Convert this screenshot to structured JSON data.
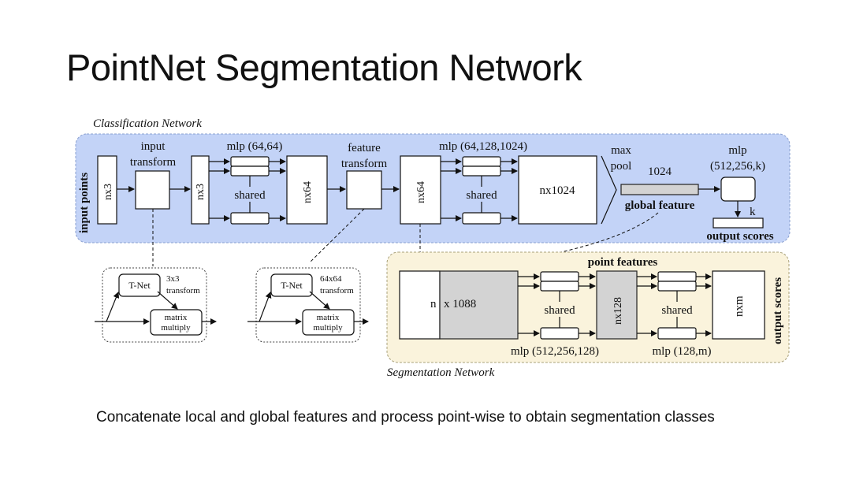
{
  "slide": {
    "title": "PointNet Segmentation Network",
    "caption": "Concatenate local and global features and process point-wise to obtain segmentation classes"
  },
  "classification": {
    "label": "Classification Network",
    "input_points": "input points",
    "nx3_a": "nx3",
    "input_transform_1": "input",
    "input_transform_2": "transform",
    "nx3_b": "nx3",
    "mlp1": "mlp (64,64)",
    "shared1": "shared",
    "nx64_a": "nx64",
    "feature_transform_1": "feature",
    "feature_transform_2": "transform",
    "nx64_b": "nx64",
    "mlp2": "mlp (64,128,1024)",
    "shared2": "shared",
    "nx1024": "nx1024",
    "max_pool_1": "max",
    "max_pool_2": "pool",
    "dim_1024": "1024",
    "global_feature": "global feature",
    "mlp3_1": "mlp",
    "mlp3_2": "(512,256,k)",
    "k": "k",
    "output_scores": "output scores"
  },
  "tnets": {
    "tnet1_label": "T-Net",
    "tnet1_dim": "3x3",
    "tnet1_transform": "transform",
    "tnet1_mm_1": "matrix",
    "tnet1_mm_2": "multiply",
    "tnet2_label": "T-Net",
    "tnet2_dim": "64x64",
    "tnet2_transform": "transform",
    "tnet2_mm_1": "matrix",
    "tnet2_mm_2": "multiply"
  },
  "segmentation": {
    "label": "Segmentation Network",
    "point_features": "point features",
    "n": "n",
    "x1088": "x 1088",
    "shared1": "shared",
    "mlp1": "mlp (512,256,128)",
    "nx128": "nx128",
    "shared2": "shared",
    "mlp2": "mlp (128,m)",
    "nxm": "nxm",
    "output_scores": "output scores"
  },
  "colors": {
    "classification_bg": "#c3d3f7",
    "segmentation_bg": "#faf3dc",
    "global_feature_bar": "#d3d3d3"
  }
}
